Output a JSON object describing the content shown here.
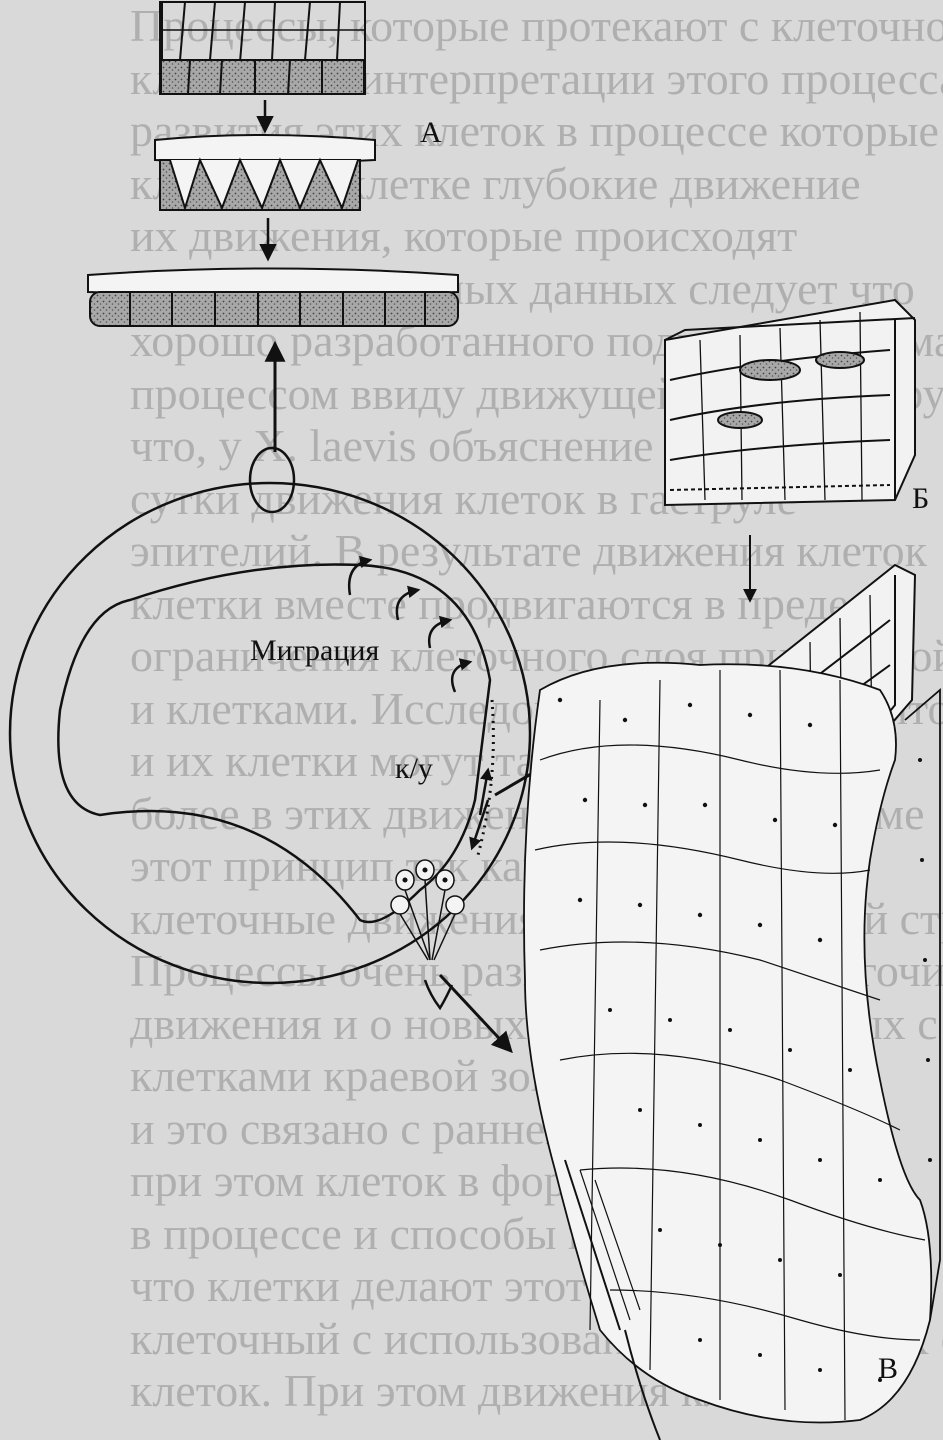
{
  "labels": {
    "panel_a": "А",
    "panel_b": "Б",
    "panel_c": "В",
    "migration": "Миграция",
    "ku": "к/у"
  },
  "background_text": [
    "Процессы, которые протекают с клеточной",
    "клетками и интерпретации этого процесса",
    "развития этих клеток в процессе которые",
    "клетки и в клетке глубокие движение",
    "их движения, которые происходят",
    "Из вышеописанных данных следует что",
    "хорошо разработанного подхода к пониманию у них",
    "процессом ввиду движущей силой гаструляции",
    "что, у Х. laevis объяснение про",
    "сутки движения клеток в гаструле",
    "эпителий. В результате движения клеток",
    "клетки вместе продвигаются в пределах",
    "ограничения клеточного слоя при краевой",
    "и клетками. Исследователи сообщают что у",
    "и их клетки могут так при этом делать",
    "более в этих движениях. Поэтому приме",
    "этот принцип так как его дополняют",
    "клеточные движения в виде клеточной структуры",
    "Процессы очень разнообразны и многочисленны",
    "движения и о новых данных клеточных с",
    "клетками краевой зоны что до клеток",
    "и это связано с ранней стадии у",
    "при этом клеток в форме своих с",
    "в процессе и способы при этом клетки",
    "что клетки делают этот процесс и прямо",
    "клеточный с использованием описанных с кла",
    "клеток. При этом движения клеток м"
  ],
  "colors": {
    "ink": "#111111",
    "background": "#d9d9d9",
    "stipple": "#9a9a9a",
    "ghost_text": "#8e8e8e"
  }
}
